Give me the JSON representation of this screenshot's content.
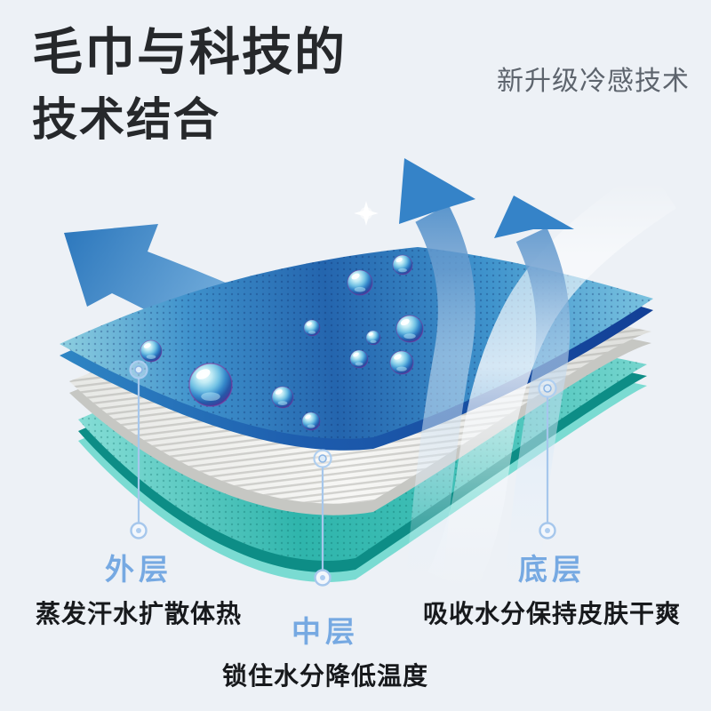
{
  "header": {
    "title_line1": "毛巾与科技的",
    "title_line2": "技术结合",
    "tagline": "新升级冷感技术"
  },
  "callouts": [
    {
      "id": "outer-layer",
      "label": "外层",
      "description": "蒸发汗水扩散体热"
    },
    {
      "id": "middle-layer",
      "label": "中层",
      "description": "锁住水分降低温度"
    },
    {
      "id": "bottom-layer",
      "label": "底层",
      "description": "吸收水分保持皮肤干爽"
    }
  ],
  "colors": {
    "background": "#edf1f6",
    "title_text": "#26282b",
    "tagline_text": "#5d646d",
    "callout_label": "#76a9e2",
    "callout_description": "#17191c",
    "outer_layer_blue": "#2f80c3",
    "outer_layer_edge": "#16479e",
    "middle_layer_white": "#f2f2ef",
    "bottom_layer_teal": "#36bcb2",
    "bottom_layer_edge": "#0d8d86",
    "arrow_blue": "#3886ca",
    "droplet_rim_purple": "#9c2f9c",
    "leader_line": "#a6c7ec"
  }
}
